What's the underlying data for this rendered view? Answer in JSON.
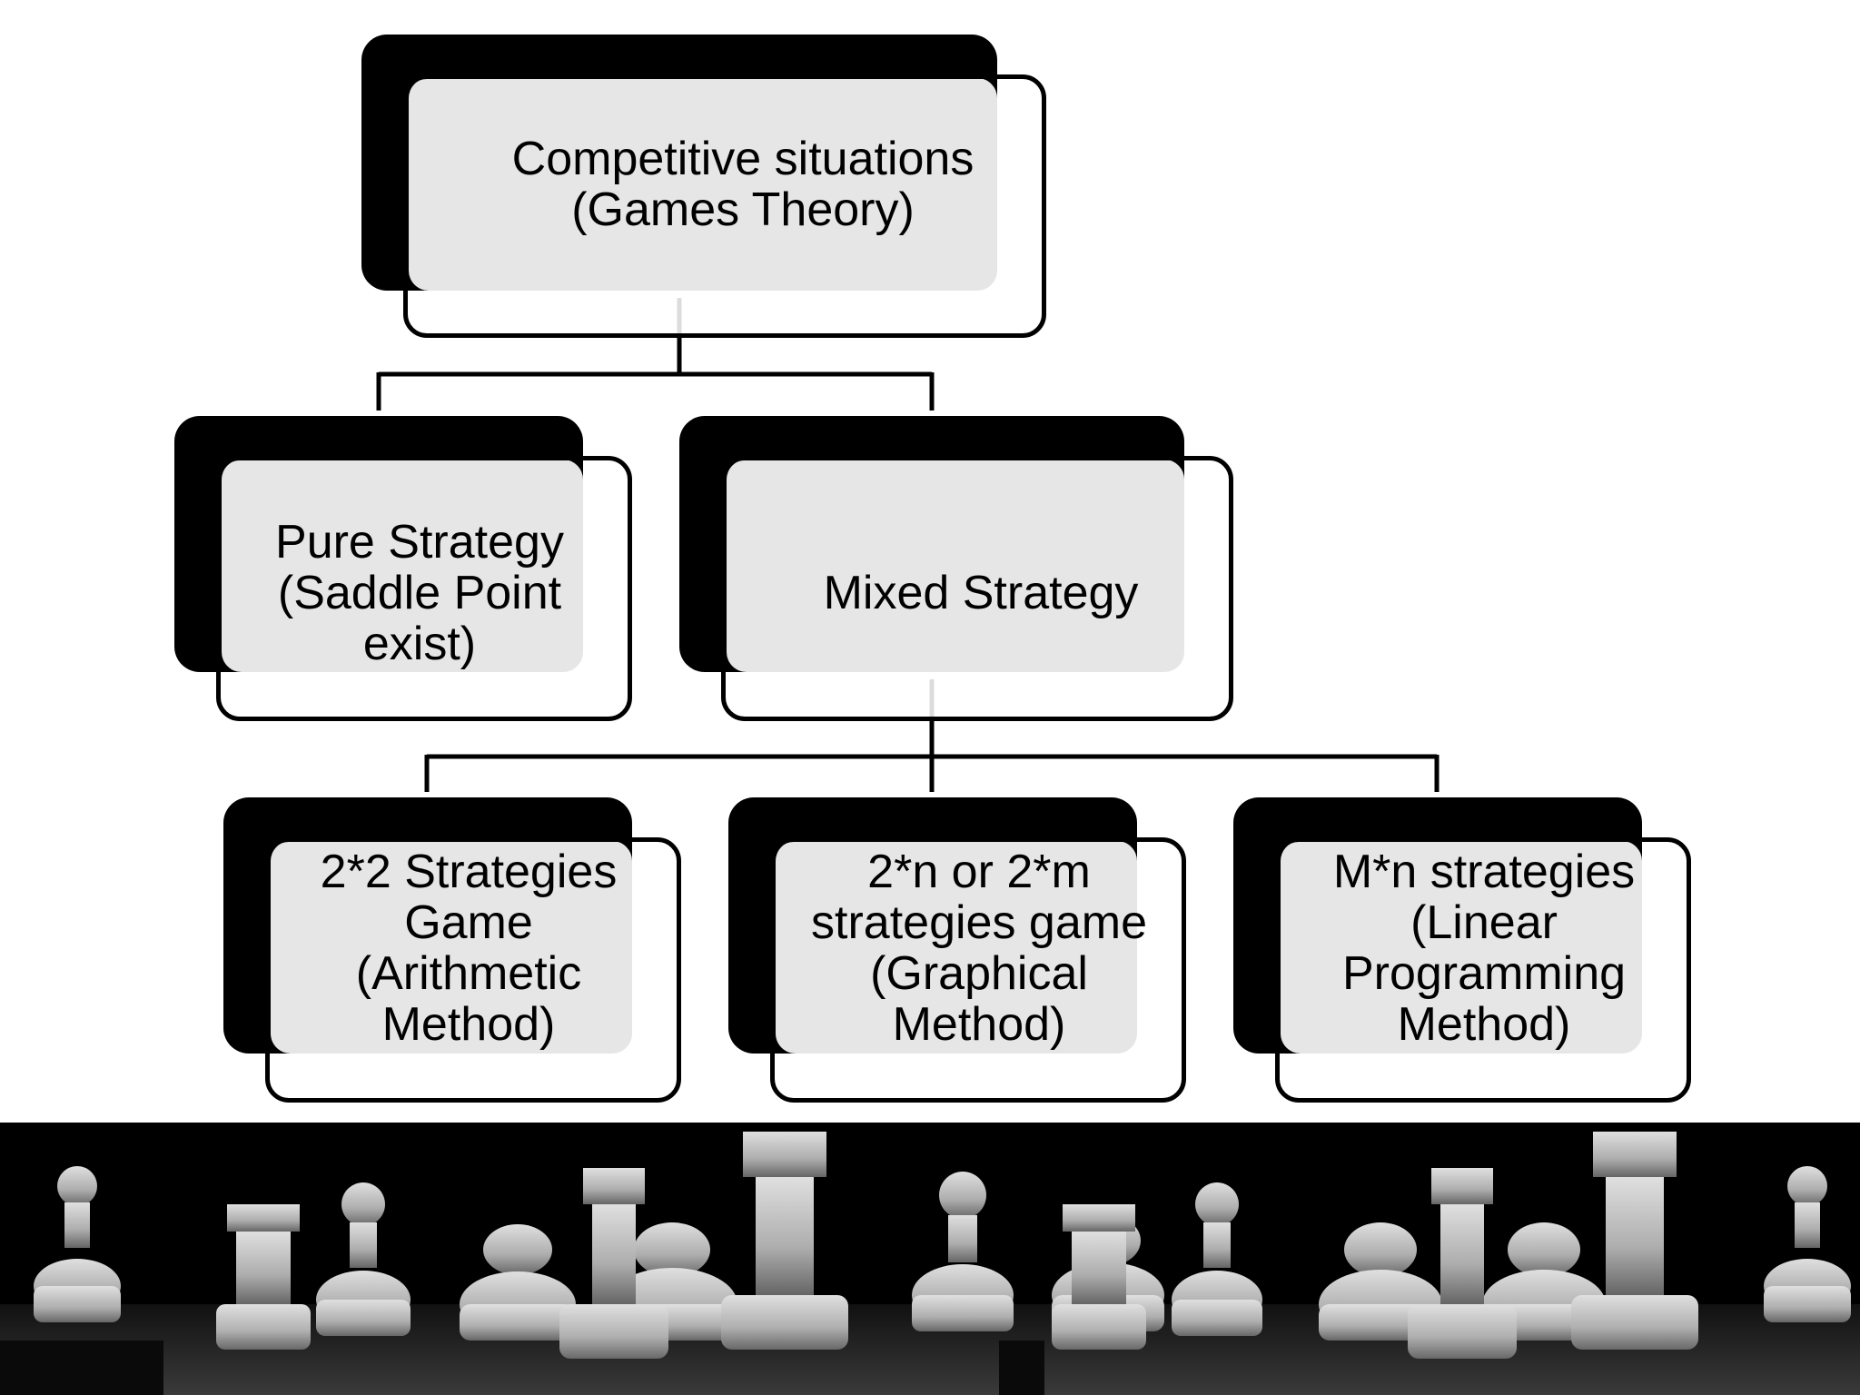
{
  "diagram": {
    "root": {
      "label": "Competitive situations\n(Games Theory)"
    },
    "level2": [
      {
        "label": "Pure Strategy\n(Saddle Point\nexist)"
      },
      {
        "label": "Mixed Strategy"
      }
    ],
    "level3": [
      {
        "label": "2*2  Strategies\nGame\n(Arithmetic\nMethod)"
      },
      {
        "label": "2*n or 2*m\nstrategies game\n(Graphical\nMethod)"
      },
      {
        "label": "M*n strategies\n(Linear\nProgramming\nMethod)"
      }
    ]
  },
  "colors": {
    "shadow": "#000000",
    "fill": "#e6e6e6",
    "border": "#000000",
    "strip": "#000000"
  },
  "decoration": {
    "image": "chess-pieces-photo"
  }
}
